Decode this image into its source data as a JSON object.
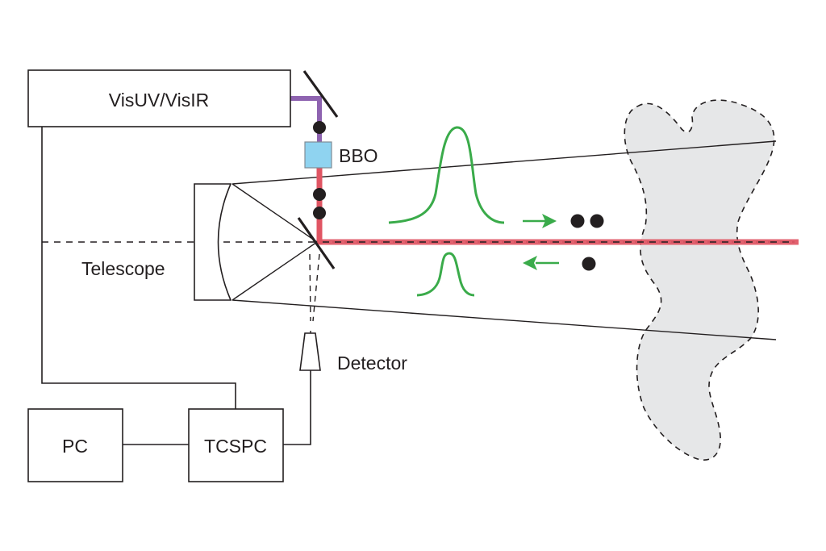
{
  "title": "LIDAR single-photon setup schematic",
  "labels": {
    "laser": "VisUV/VisIR",
    "crystal": "BBO",
    "telescope": "Telescope",
    "detector": "Detector",
    "pc": "PC",
    "tcspc": "TCSPC"
  },
  "colors": {
    "line": "#231f20",
    "uv_beam": "#8e63b0",
    "ir_beam": "#e05563",
    "crystal_fill": "#8fd3f0",
    "crystal_border": "#7f8c95",
    "pulse": "#3aab4a",
    "photon": "#231f20",
    "target_fill": "#e6e7e8"
  },
  "outgoing": {
    "direction": "right",
    "photon_count": 2
  },
  "returning": {
    "direction": "left",
    "photon_count": 1
  },
  "beam_photons_count": 3
}
